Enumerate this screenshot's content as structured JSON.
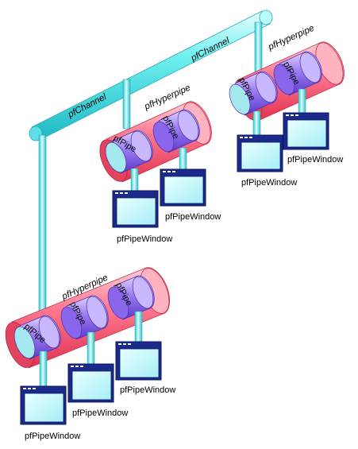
{
  "labels": {
    "channel_1": "pfChannel",
    "channel_2": "pfChannel",
    "hyperpipe_right": "pfHyperpipe",
    "hyperpipe_mid": "pfHyperpipe",
    "hyperpipe_bottom": "pfHyperpipe",
    "pipe_right_1": "pfPipe",
    "pipe_right_2": "pfPipe",
    "pipe_mid_1": "pfPipe",
    "pipe_mid_2": "pfPipe",
    "pipe_bot_1": "pfPipe",
    "pipe_bot_2": "pfPipe",
    "pipe_bot_3": "pfPipe",
    "window_right_1": "pfPipeWindow",
    "window_right_2": "pfPipeWindow",
    "window_mid_1": "pfPipeWindow",
    "window_mid_2": "pfPipeWindow",
    "window_bot_1": "pfPipeWindow",
    "window_bot_2": "pfPipeWindow",
    "window_bot_3": "pfPipeWindow"
  },
  "colors": {
    "channel": "#55e6e6",
    "hyperpipe": "#ff6f86",
    "pipe": "#9a7bf2",
    "window_frame": "#1a2a8a",
    "window_screen": "#bff6ff"
  }
}
